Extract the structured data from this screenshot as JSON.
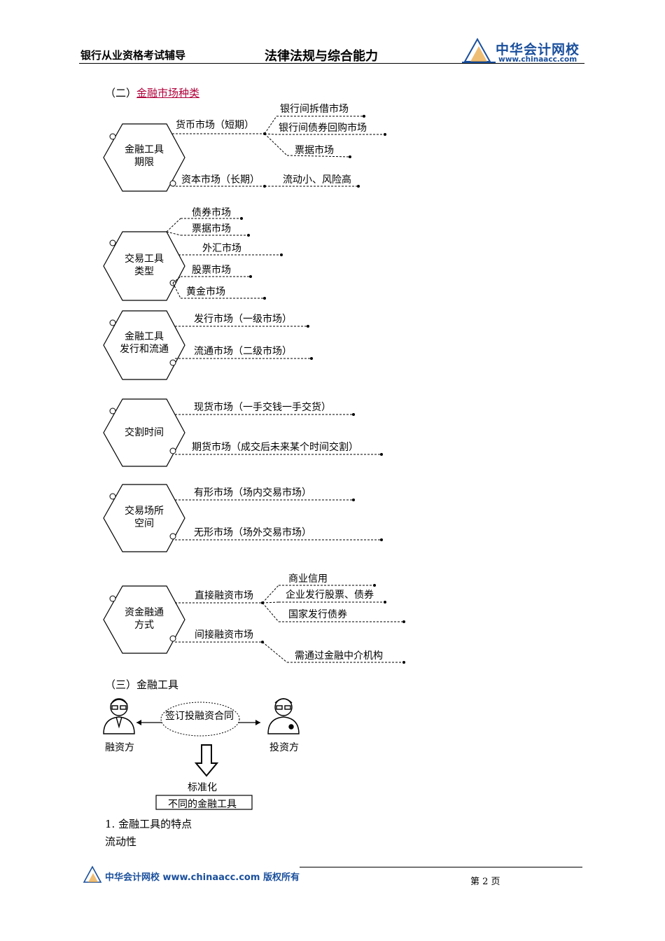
{
  "header": {
    "left_title": "银行从业资格考试辅导",
    "center_title": "法律法规与综合能力",
    "logo_name": "中华会计网校",
    "logo_url": "www.chinaacc.com"
  },
  "section2": {
    "prefix": "（二）",
    "title": "金融市场种类"
  },
  "groups": [
    {
      "hex": [
        "金融工具",
        "期限"
      ],
      "items": [
        "货币市场（短期）",
        "资本市场（长期）"
      ],
      "sub_money": [
        "银行间拆借市场",
        "银行间债券回购市场",
        "票据市场"
      ],
      "sub_capital": "流动小、风险高"
    },
    {
      "hex": [
        "交易工具",
        "类型"
      ],
      "items": [
        "债券市场",
        "票据市场",
        "外汇市场",
        "股票市场",
        "黄金市场"
      ]
    },
    {
      "hex": [
        "金融工具",
        "发行和流通"
      ],
      "items": [
        "发行市场（一级市场）",
        "流通市场（二级市场）"
      ]
    },
    {
      "hex": [
        "交割时间"
      ],
      "items": [
        "现货市场（一手交钱一手交货）",
        "期货市场（成交后未来某个时间交割）"
      ]
    },
    {
      "hex": [
        "交易场所",
        "空间"
      ],
      "items": [
        "有形市场（场内交易市场）",
        "无形市场（场外交易市场）"
      ]
    },
    {
      "hex": [
        "资金融通",
        "方式"
      ],
      "items": [
        "直接融资市场",
        "间接融资市场"
      ],
      "sub_direct": [
        "商业信用",
        "企业发行股票、债券",
        "国家发行债券"
      ],
      "sub_indirect": "需通过金融中介机构"
    }
  ],
  "section3": {
    "title": "（三）金融工具",
    "contract": "签订投融资合同",
    "left_person": "融资方",
    "right_person": "投资方",
    "standard": "标准化",
    "box": "不同的金融工具"
  },
  "body": {
    "heading": "1. 金融工具的特点",
    "line": "流动性"
  },
  "footer": {
    "text": "中华会计网校 www.chinaacc.com 版权所有",
    "page": "第 2 页"
  },
  "colors": {
    "brand_blue": "#1a4f9c",
    "link_red": "#b0003a"
  }
}
